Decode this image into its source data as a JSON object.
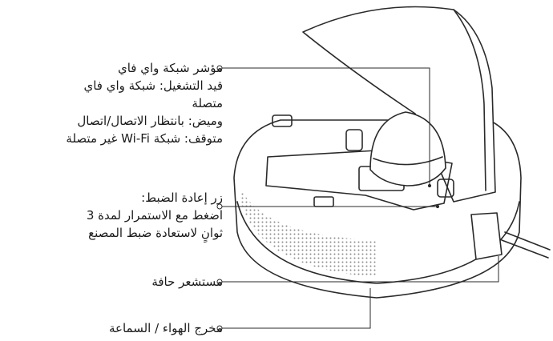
{
  "callouts": {
    "wifi": {
      "title": "مؤشر شبكة واي فاي",
      "line_solid_1": "قيد التشغيل: شبكة واي فاي",
      "line_solid_2": "متصلة",
      "line_blink": "وميض: بانتظار الاتصال/اتصال",
      "line_off": "متوقف: شبكة Wi-Fi غير متصلة"
    },
    "reset": {
      "title": "زر إعادة الضبط:",
      "line_1": "اضغط مع الاستمرار لمدة 3",
      "line_2": "ثوانٍ لاستعادة ضبط المصنع"
    },
    "edge_sensor": {
      "title": "مستشعر حافة"
    },
    "air_outlet": {
      "title": "مخرج الهواء / السماعة"
    }
  }
}
